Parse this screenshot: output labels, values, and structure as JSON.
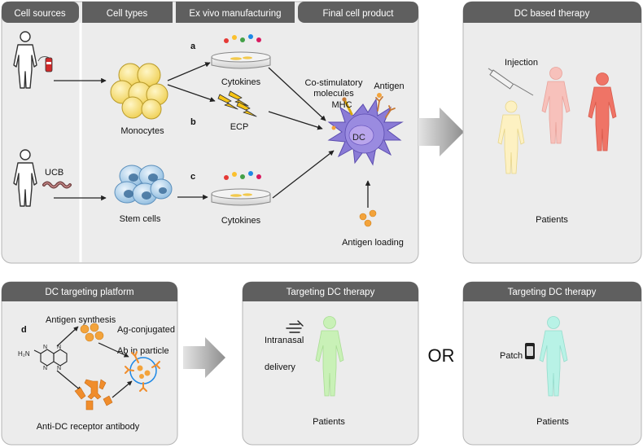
{
  "top_panel": {
    "headers": [
      "Cell sources",
      "Cell types",
      "Ex vivo manufacturing",
      "Final cell product"
    ],
    "ucb_label": "UCB",
    "monocytes_label": "Monocytes",
    "stem_cells_label": "Stem cells",
    "route_a": "a",
    "route_b": "b",
    "route_c": "c",
    "cytokines_a": "Cytokines",
    "ecp_label": "ECP",
    "cytokines_c": "Cytokines",
    "costim_line1": "Co-stimulatory",
    "costim_line2": "molecules",
    "mhc_label": "MHC",
    "antigen_label": "Antigen",
    "dc_label": "DC",
    "antigen_loading": "Antigen loading"
  },
  "dc_therapy": {
    "title": "DC based therapy",
    "injection_label": "Injection",
    "patients_label": "Patients"
  },
  "platform": {
    "title": "DC targeting platform",
    "route_d": "d",
    "antigen_synthesis": "Antigen synthesis",
    "ag_conjugated": "Ag-conjugated",
    "ab_in_particle": "Ab in particle",
    "antibody_label": "Anti-DC receptor antibody"
  },
  "intranasal": {
    "title": "Targeting DC therapy",
    "intranasal_label": "Intranasal",
    "delivery_label": "delivery",
    "patients_label": "Patients"
  },
  "or_label": "OR",
  "patch": {
    "title": "Targeting DC therapy",
    "patch_label": "Patch",
    "patients_label": "Patients"
  },
  "colors": {
    "panel_bg": "#ececec",
    "header_bg": "#5f5f5f",
    "monocyte": "#f4d96a",
    "dc_body": "#8a7bd6",
    "patient_yellow": "#fdf1c2",
    "patient_pink": "#f7c1bb",
    "patient_red": "#ef7466",
    "patient_green": "#c9f1b7",
    "patient_cyan": "#b8f2e6"
  }
}
